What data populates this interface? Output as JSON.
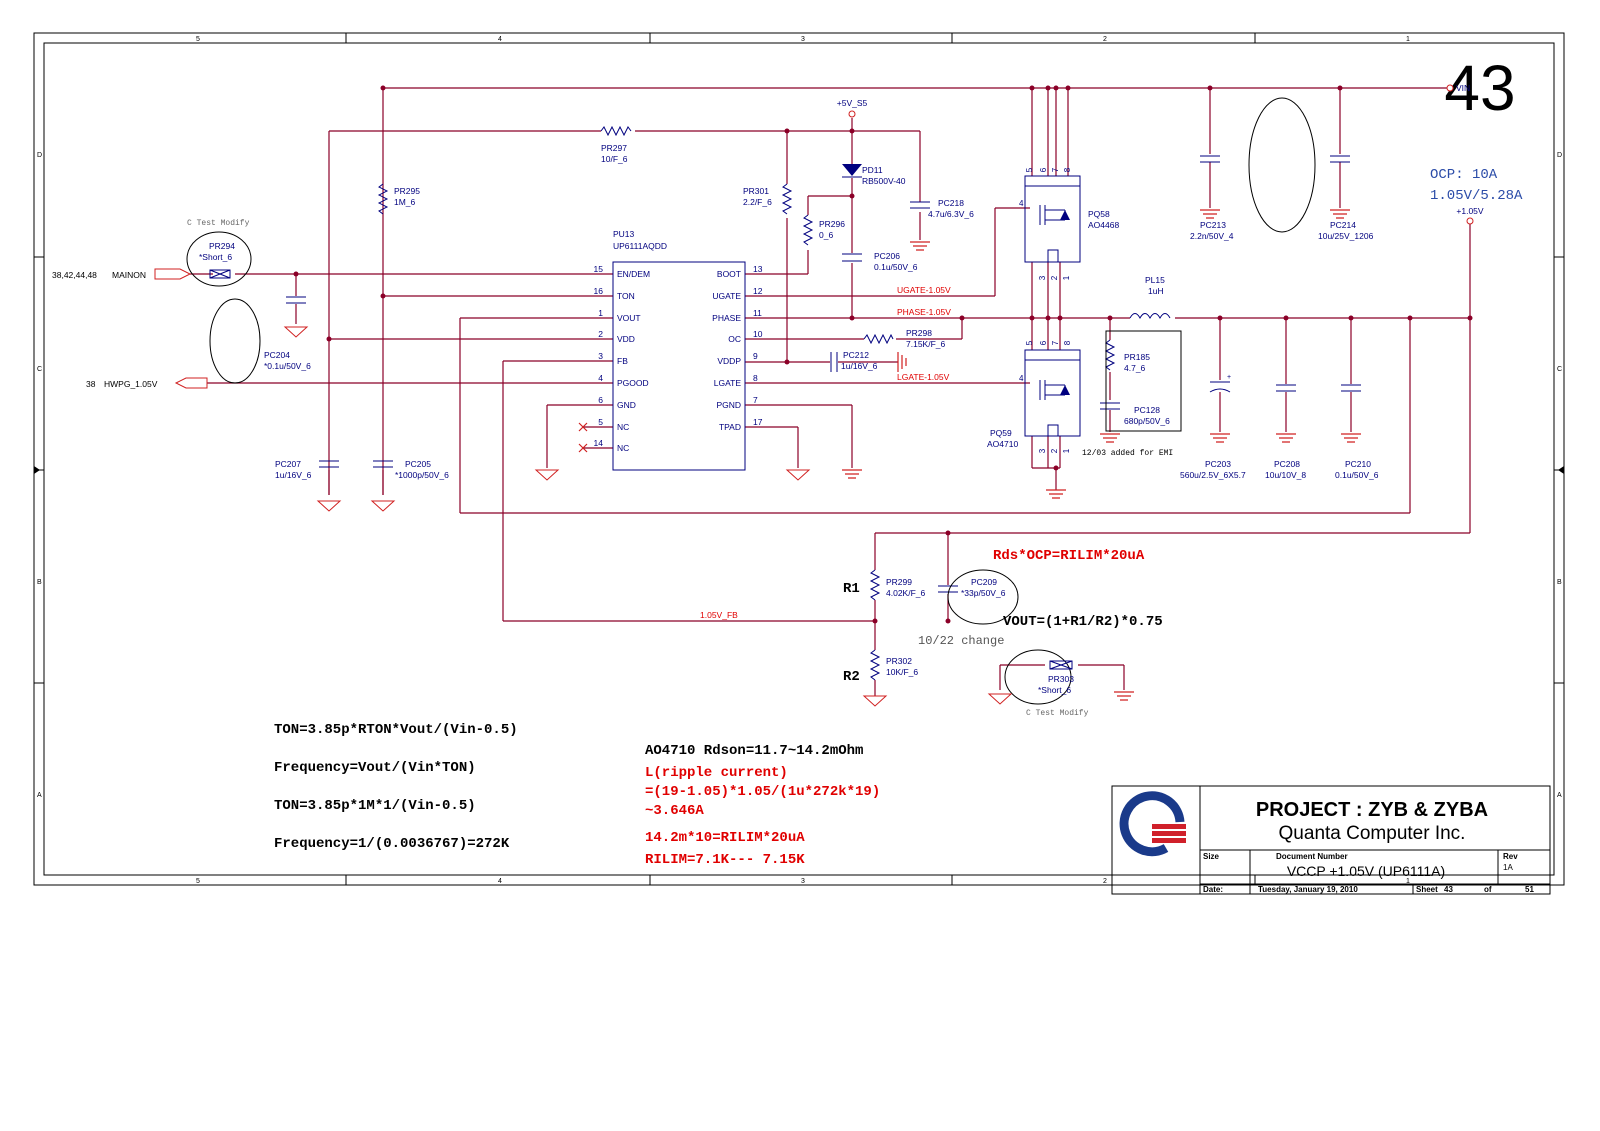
{
  "sheet_number": "43",
  "border": {
    "top_cols": [
      "5",
      "4",
      "3",
      "2",
      "1"
    ],
    "bottom_cols": [
      "5",
      "4",
      "3",
      "2",
      "1"
    ],
    "rows": [
      "D",
      "C",
      "B",
      "A"
    ]
  },
  "ocp": {
    "line1": "OCP: 10A",
    "line2": "1.05V/5.28A"
  },
  "rails": {
    "vin": "VIN",
    "v5": "+5V_S5",
    "v105": "+1.05V"
  },
  "ports": {
    "mainon_pages": "38,42,44,48",
    "mainon": "MAINON",
    "hwpg_page": "38",
    "hwpg": "HWPG_1.05V"
  },
  "ic": {
    "ref": "PU13",
    "part": "UP6111AQDD",
    "left_pins": [
      {
        "num": "15",
        "name": "EN/DEM"
      },
      {
        "num": "16",
        "name": "TON"
      },
      {
        "num": "1",
        "name": "VOUT"
      },
      {
        "num": "2",
        "name": "VDD"
      },
      {
        "num": "3",
        "name": "FB"
      },
      {
        "num": "4",
        "name": "PGOOD"
      },
      {
        "num": "6",
        "name": "GND"
      },
      {
        "num": "5",
        "name": "NC"
      },
      {
        "num": "14",
        "name": "NC"
      }
    ],
    "right_pins": [
      {
        "num": "13",
        "name": "BOOT"
      },
      {
        "num": "12",
        "name": "UGATE"
      },
      {
        "num": "11",
        "name": "PHASE"
      },
      {
        "num": "10",
        "name": "OC"
      },
      {
        "num": "9",
        "name": "VDDP"
      },
      {
        "num": "8",
        "name": "LGATE"
      },
      {
        "num": "7",
        "name": "PGND"
      },
      {
        "num": "17",
        "name": "TPAD"
      }
    ]
  },
  "nets": {
    "ugate": "UGATE-1.05V",
    "phase": "PHASE-1.05V",
    "lgate": "LGATE-1.05V",
    "fb": "1.05V_FB"
  },
  "components": {
    "pr297": {
      "ref": "PR297",
      "val": "10/F_6"
    },
    "pr295": {
      "ref": "PR295",
      "val": "1M_6"
    },
    "pr294": {
      "ref": "PR294",
      "val": "*Short_6",
      "note": "C Test Modify"
    },
    "pr301": {
      "ref": "PR301",
      "val": "2.2/F_6"
    },
    "pr296": {
      "ref": "PR296",
      "val": "0_6"
    },
    "pd11": {
      "ref": "PD11",
      "val": "RB500V-40"
    },
    "pc218": {
      "ref": "PC218",
      "val": "4.7u/6.3V_6"
    },
    "pc206": {
      "ref": "PC206",
      "val": "0.1u/50V_6"
    },
    "pc204": {
      "ref": "PC204",
      "val": "*0.1u/50V_6"
    },
    "pc212": {
      "ref": "PC212",
      "val": "1u/16V_6"
    },
    "pr298": {
      "ref": "PR298",
      "val": "7.15K/F_6"
    },
    "pc207": {
      "ref": "PC207",
      "val": "1u/16V_6"
    },
    "pc205": {
      "ref": "PC205",
      "val": "*1000p/50V_6"
    },
    "pq58": {
      "ref": "PQ58",
      "val": "AO4468"
    },
    "pq59": {
      "ref": "PQ59",
      "val": "AO4710"
    },
    "pc213": {
      "ref": "PC213",
      "val": "2.2n/50V_4"
    },
    "pc214": {
      "ref": "PC214",
      "val": "10u/25V_1206"
    },
    "pl15": {
      "ref": "PL15",
      "val": "1uH"
    },
    "pr185": {
      "ref": "PR185",
      "val": "4.7_6"
    },
    "pc128": {
      "ref": "PC128",
      "val": "680p/50V_6"
    },
    "pc203": {
      "ref": "PC203",
      "val": "560u/2.5V_6X5.7"
    },
    "pc208": {
      "ref": "PC208",
      "val": "10u/10V_8"
    },
    "pc210": {
      "ref": "PC210",
      "val": "0.1u/50V_6"
    },
    "pr299": {
      "ref": "PR299",
      "val": "4.02K/F_6"
    },
    "pc209": {
      "ref": "PC209",
      "val": "*33p/50V_6"
    },
    "pr302": {
      "ref": "PR302",
      "val": "10K/F_6"
    },
    "pr303": {
      "ref": "PR303",
      "val": "*Short_6",
      "note": "C Test Modify"
    }
  },
  "mosfet_pins": {
    "top": [
      "5",
      "6",
      "7",
      "8"
    ],
    "bottom": [
      "3",
      "2",
      "1"
    ],
    "gate": "4"
  },
  "emi_note": "12/03 added for EMI",
  "r1": "R1",
  "r2": "R2",
  "change_note": "10/22 change",
  "eq_ocp": "Rds*OCP=RILIM*20uA",
  "eq_vout": "VOUT=(1+R1/R2)*0.75",
  "notes_left": [
    "TON=3.85p*RTON*Vout/(Vin-0.5)",
    "Frequency=Vout/(Vin*TON)",
    "TON=3.85p*1M*1/(Vin-0.5)",
    "Frequency=1/(0.0036767)=272K"
  ],
  "notes_mid_title": "AO4710 Rdson=11.7~14.2mOhm",
  "notes_mid_red": [
    "L(ripple current)",
    "=(19-1.05)*1.05/(1u*272k*19)",
    "~3.646A",
    "14.2m*10=RILIM*20uA",
    "RILIM=7.1K--- 7.15K"
  ],
  "title_block": {
    "project": "PROJECT : ZYB & ZYBA",
    "company": "Quanta Computer Inc.",
    "size_label": "Size",
    "doc_label": "Document Number",
    "doc_title": "VCCP +1.05V (UP6111A)",
    "rev_label": "Rev",
    "rev": "1A",
    "date_label": "Date:",
    "date": "Tuesday, January 19, 2010",
    "sheet_label": "Sheet",
    "sheet": "43",
    "of_label": "of",
    "total": "51"
  },
  "colors": {
    "wire": "#8b0028",
    "text": "#00007f",
    "note": "#e00000",
    "logo_blue": "#1a3a8a",
    "logo_red": "#d0202a"
  }
}
